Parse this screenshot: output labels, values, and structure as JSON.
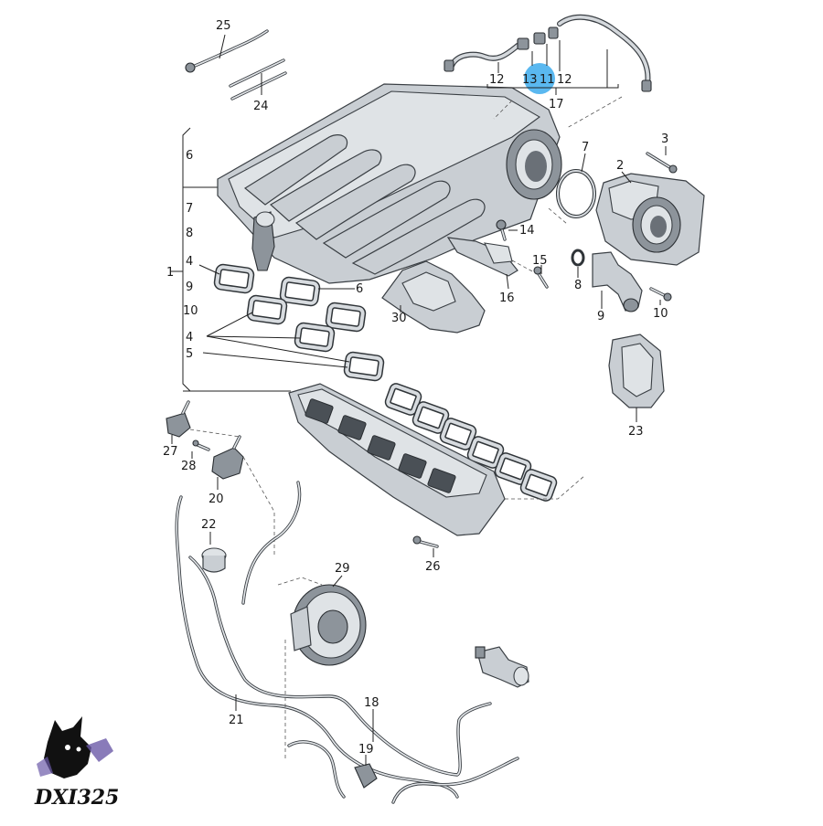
{
  "diagram": {
    "highlight_color": "#5ab8f0",
    "callouts": {
      "c1": "1",
      "c2": "2",
      "c3": "3",
      "c4a": "4",
      "c4b": "4",
      "c5": "5",
      "c6a": "6",
      "c6b": "6",
      "c7a": "7",
      "c7b": "7",
      "c8a": "8",
      "c8b": "8",
      "c9a": "9",
      "c9b": "9",
      "c10a": "10",
      "c10b": "10",
      "c11": "11",
      "c12a": "12",
      "c12b": "12",
      "c13": "13",
      "c14": "14",
      "c15": "15",
      "c16": "16",
      "c17": "17",
      "c18": "18",
      "c19": "19",
      "c20": "20",
      "c21": "21",
      "c22": "22",
      "c23": "23",
      "c24": "24",
      "c25": "25",
      "c26": "26",
      "c27": "27",
      "c28": "28",
      "c29": "29",
      "c30": "30"
    }
  },
  "watermark": {
    "text": "DXI325",
    "icon": "wolf-head-icon"
  }
}
